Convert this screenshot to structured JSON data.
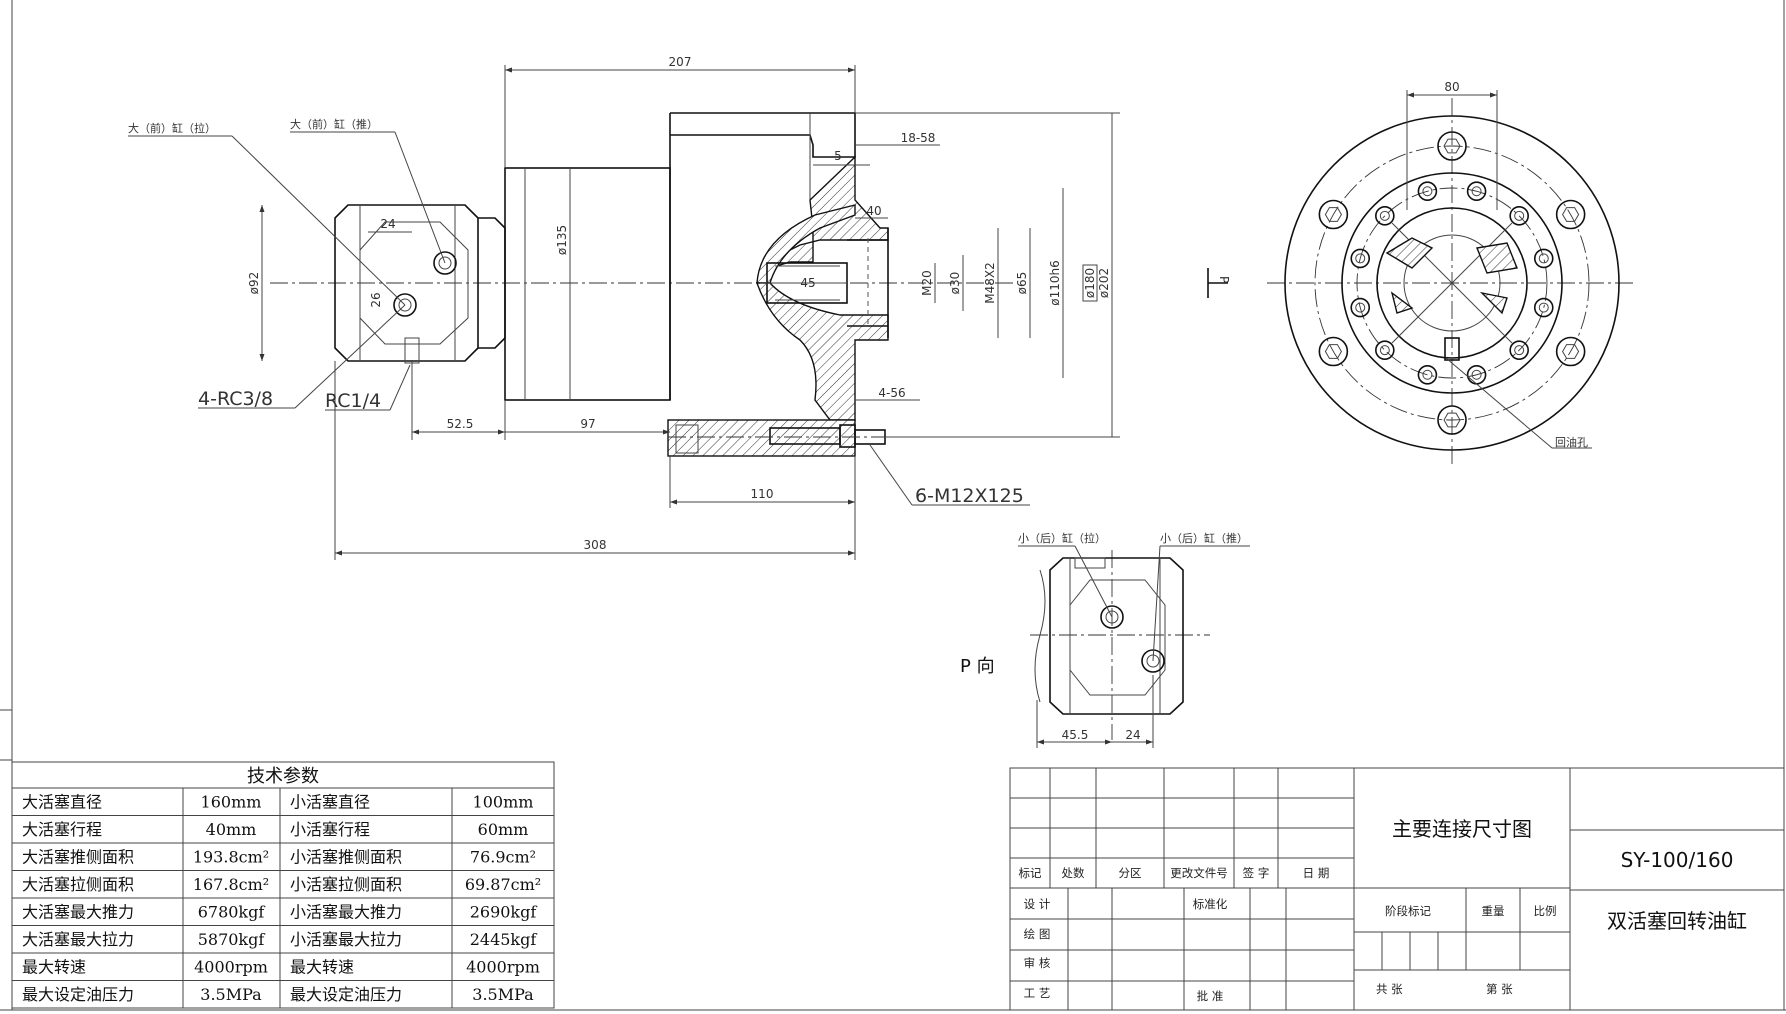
{
  "front_view": {
    "dims": {
      "d207": "207",
      "d18_58": "18-58",
      "d5": "5",
      "d40": "40",
      "d24": "24",
      "d26": "26",
      "d45": "45",
      "phi92": "ø92",
      "phi135": "ø135",
      "m20": "M20",
      "phi30": "ø30",
      "m48": "M48X2",
      "phi65": "ø65",
      "phi110": "ø110h6",
      "phi180": "ø180",
      "phi202": "ø202",
      "d4_56": "4-56",
      "d52_5": "52.5",
      "d97": "97",
      "d110": "110",
      "d308": "308"
    },
    "callouts": {
      "big_pull": "大（前）缸（拉）",
      "big_push": "大（前）缸（推）",
      "rc38": "4-RC3/8",
      "rc14": "RC1/4",
      "bolts": "6-M12X125"
    },
    "arrow_label": "P"
  },
  "side_view": {
    "dims": {
      "d80": "80"
    },
    "return_hole": "回油孔"
  },
  "p_view": {
    "small_pull": "小（后）缸（拉）",
    "small_push": "小（后）缸（推）",
    "title": "P  向",
    "d45_5": "45.5",
    "d24": "24"
  },
  "tech_table": {
    "title": "技术参数",
    "rows": [
      [
        "大活塞直径",
        "160mm",
        "小活塞直径",
        "100mm"
      ],
      [
        "大活塞行程",
        "40mm",
        "小活塞行程",
        "60mm"
      ],
      [
        "大活塞推侧面积",
        "193.8cm²",
        "小活塞推侧面积",
        "76.9cm²"
      ],
      [
        "大活塞拉侧面积",
        "167.8cm²",
        "小活塞拉侧面积",
        "69.87cm²"
      ],
      [
        "大活塞最大推力",
        "6780kgf",
        "小活塞最大推力",
        "2690kgf"
      ],
      [
        "大活塞最大拉力",
        "5870kgf",
        "小活塞最大拉力",
        "2445kgf"
      ],
      [
        "最大转速",
        "4000rpm",
        "最大转速",
        "4000rpm"
      ],
      [
        "最大设定油压力",
        "3.5MPa",
        "最大设定油压力",
        "3.5MPa"
      ]
    ]
  },
  "title_block": {
    "header": [
      "标记",
      "处数",
      "分区",
      "更改文件号",
      "签 字",
      "日 期"
    ],
    "left_rows": [
      "设 计",
      "绘 图",
      "审 核",
      "工 艺"
    ],
    "standardize": "标准化",
    "approve": "批 准",
    "drawing_name": "主要连接尺寸图",
    "stage": "阶段标记",
    "weight": "重量",
    "scale": "比例",
    "sheets_total": "共    张",
    "sheet_no": "第    张",
    "part_no": "SY-100/160",
    "part_name": "双活塞回转油缸"
  }
}
